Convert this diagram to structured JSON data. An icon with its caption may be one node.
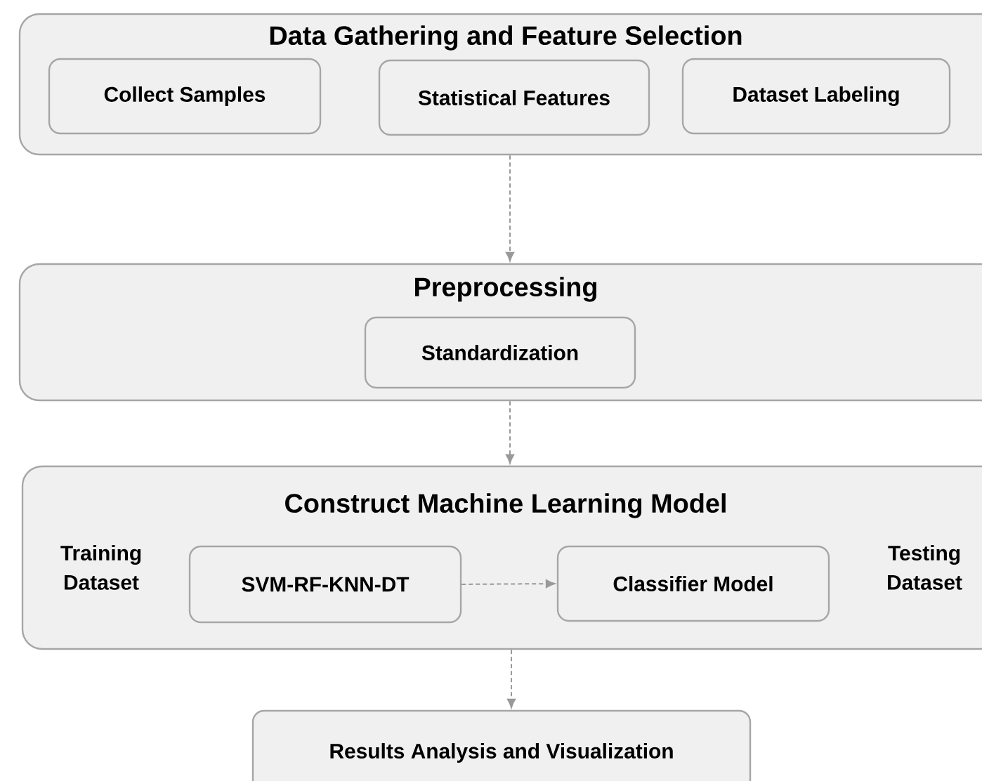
{
  "diagram": {
    "nodes": [
      {
        "text": [
          "Data Gathering and Feature Selection"
        ]
      },
      {
        "text": [
          "Collect Samples"
        ],
        "in": 0
      },
      {
        "text": [
          "Statistical Features"
        ],
        "in": 0
      },
      {
        "text": [
          "Dataset Labeling"
        ],
        "in": 0
      },
      {
        "text": [
          "Preprocessing"
        ]
      },
      {
        "text": [
          "Standardization"
        ],
        "in": 4
      },
      {
        "text": [
          "Construct Machine Learning Model",
          "Training Dataset",
          "Testing Dataset"
        ]
      },
      {
        "text": [
          "SVM-RF-KNN-DT"
        ],
        "in": 6
      },
      {
        "text": [
          "Classifier Model"
        ],
        "in": 6
      },
      {
        "text": [
          "Results Analysis and Visualization"
        ]
      }
    ],
    "edges": [
      {
        "from": 0,
        "to": 4,
        "arrow": "to",
        "style": "dashed"
      },
      {
        "from": 4,
        "to": 6,
        "arrow": "to",
        "style": "dashed"
      },
      {
        "from": 7,
        "to": 8,
        "arrow": "to",
        "style": "dashed"
      },
      {
        "from": 6,
        "to": 9,
        "arrow": "to",
        "style": "dashed"
      }
    ]
  }
}
